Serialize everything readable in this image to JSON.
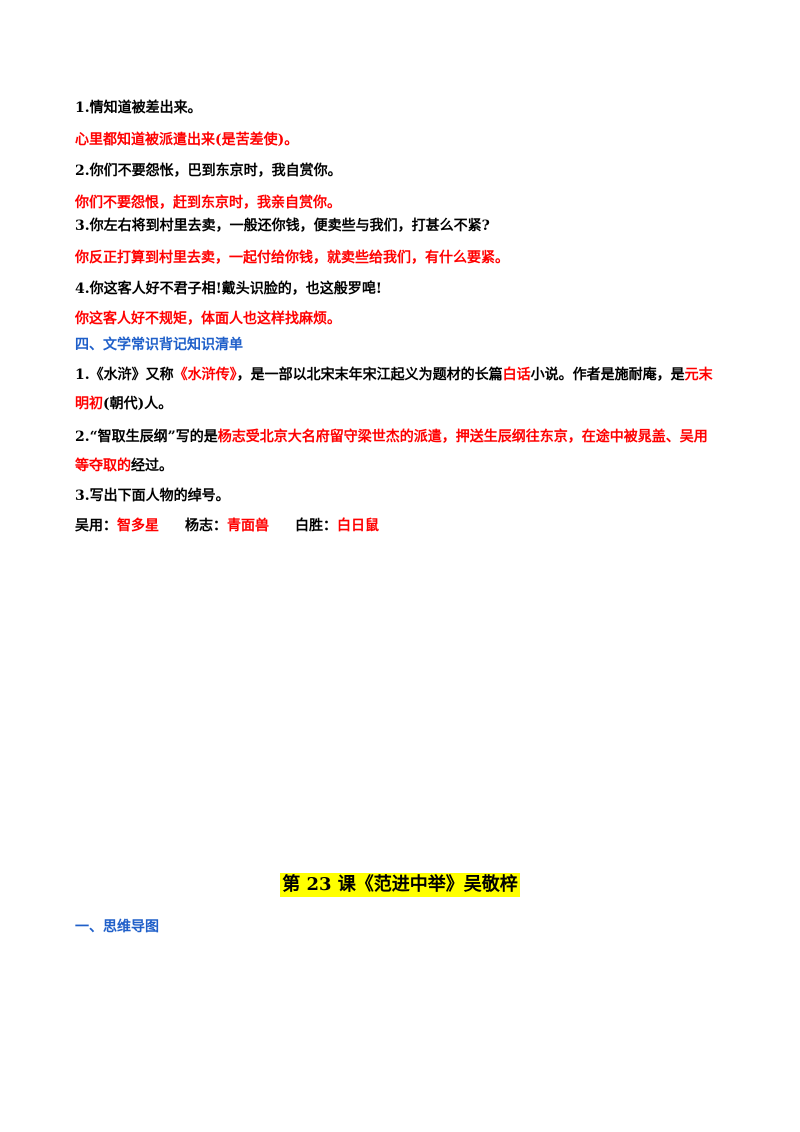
{
  "translation_section": {
    "items": [
      {
        "question": "1.情知道被差出来。",
        "answer": "心里都知道被派遣出来(是苦差使)。"
      },
      {
        "question": "2.你们不要怨怅，巴到东京时，我自赏你。",
        "answer": "你们不要怨恨，赶到东京时，我亲自赏你。"
      },
      {
        "question": "3.你左右将到村里去卖，一般还你钱，便卖些与我们，打甚么不紧?",
        "answer": "你反正打算到村里去卖，一起付给你钱，就卖些给我们，有什么要紧。"
      },
      {
        "question": "4.你这客人好不君子相!戴头识脸的，也这般罗唣!",
        "answer": "你这客人好不规矩，体面人也这样找麻烦。"
      }
    ]
  },
  "literature_section": {
    "heading": "四、文学常识背记知识清单",
    "q1": {
      "p1": "1.《水浒》又称",
      "r1": "《水浒传》",
      "p2": "，是一部以北宋末年宋江起义为题材的长篇",
      "r2": "白话",
      "p3": "小说。作者是施耐庵，是",
      "r3": "元末",
      "r4": "明初",
      "p4": "(朝代)人。"
    },
    "q2": {
      "p1": "2.“智取生辰纲”写的是",
      "r1": "杨志受北京大名府留守梁世杰的派遣，押送生辰纲往东京，在途中被晁盖、吴用",
      "r2": "等夺取的",
      "p2": "经过。"
    },
    "q3": {
      "text": "3.写出下面人物的绰号。",
      "nicknames": [
        {
          "name": "吴用：",
          "nick": "智多星"
        },
        {
          "name": "杨志：",
          "nick": "青面兽"
        },
        {
          "name": "白胜：",
          "nick": "白日鼠"
        }
      ]
    }
  },
  "lesson": {
    "title": "第 23 课《范进中举》吴敬梓",
    "section_heading": "一、思维导图"
  },
  "colors": {
    "answer": "#ff0000",
    "heading": "#1f5fc9",
    "highlight": "#ffff00"
  }
}
